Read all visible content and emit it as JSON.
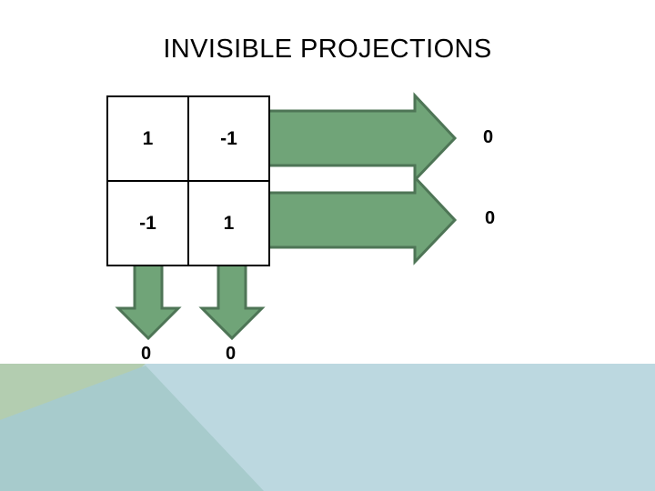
{
  "slide": {
    "title": "INVISIBLE PROJECTIONS",
    "background_color": "#FFFFFF"
  },
  "matrix": {
    "name": "projection-matrix",
    "rows": [
      [
        "1",
        "-1"
      ],
      [
        "-1",
        "1"
      ]
    ]
  },
  "row_results": [
    {
      "label": "0"
    },
    {
      "label": "0"
    }
  ],
  "column_results": [
    {
      "label": "0"
    },
    {
      "label": "0"
    }
  ],
  "arrows": {
    "right": [
      {
        "name": "row-1-projection-arrow"
      },
      {
        "name": "row-2-projection-arrow"
      }
    ],
    "down": [
      {
        "name": "column-1-projection-arrow"
      },
      {
        "name": "column-2-projection-arrow"
      }
    ],
    "fill_color": "#70A478",
    "stroke_color": "#4E7556"
  },
  "decoration": {
    "band_green": "#B3CDB0",
    "band_blue": "#BCD8E0",
    "band_blend": "#A7CBCC"
  }
}
